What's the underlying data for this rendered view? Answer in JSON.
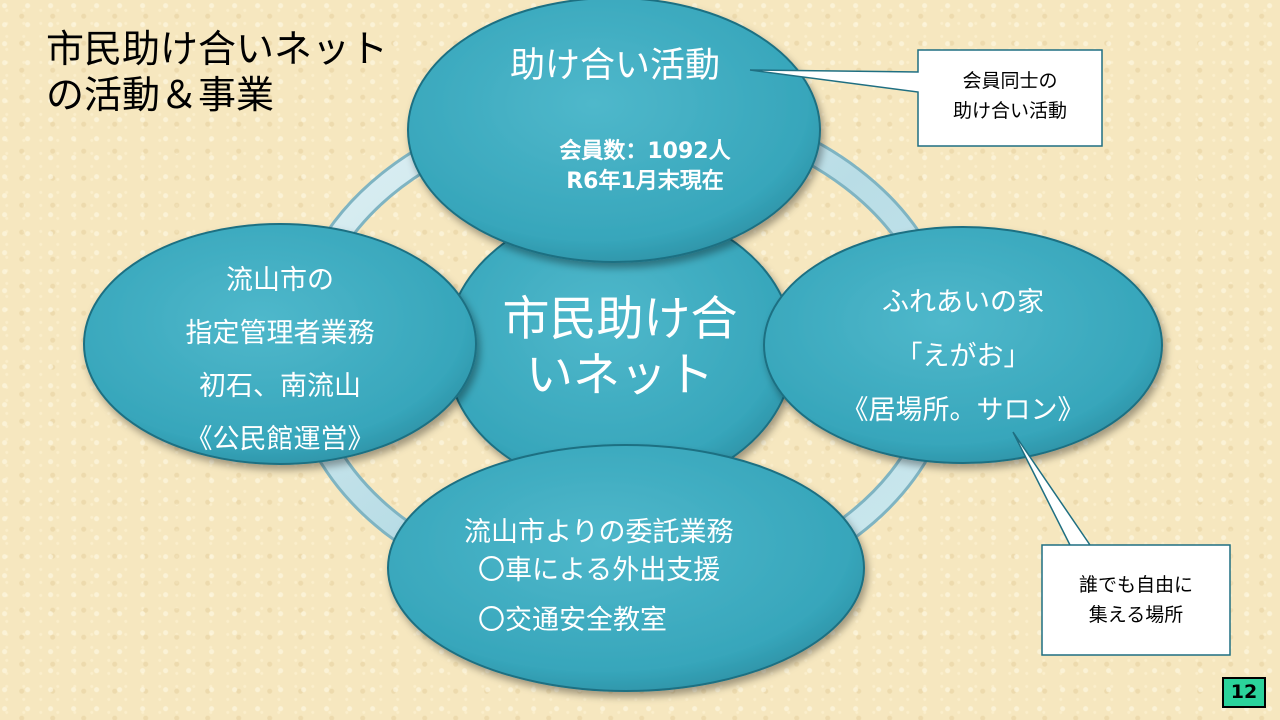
{
  "title": {
    "line1": "市民助け合いネット",
    "line2": "の活動＆事業"
  },
  "center": {
    "line1": "市民助け合",
    "line2": "いネット"
  },
  "top_node": {
    "heading": "助け合い活動",
    "line1": "会員数：1092人",
    "line2": "R6年1月末現在"
  },
  "left_node": {
    "line1": "流山市の",
    "line2": "指定管理者業務",
    "line3": "初石、南流山",
    "line4": "《公民館運営》"
  },
  "right_node": {
    "line1": "ふれあいの家",
    "line2": "「えがお」",
    "line3": "《居場所。サロン》"
  },
  "bottom_node": {
    "line1": "流山市よりの委託業務",
    "line2": "〇車による外出支援",
    "line3": "〇交通安全教室"
  },
  "callout_top": {
    "line1": "会員同士の",
    "line2": "助け合い活動"
  },
  "callout_bottom": {
    "line1": "誰でも自由に",
    "line2": "集える場所"
  },
  "page_number": "12",
  "colors": {
    "ellipse_fill": "#3aaabf",
    "ellipse_stroke": "#1f6f82",
    "ring": "#c4e3ea",
    "background": "#f6e7bf"
  }
}
